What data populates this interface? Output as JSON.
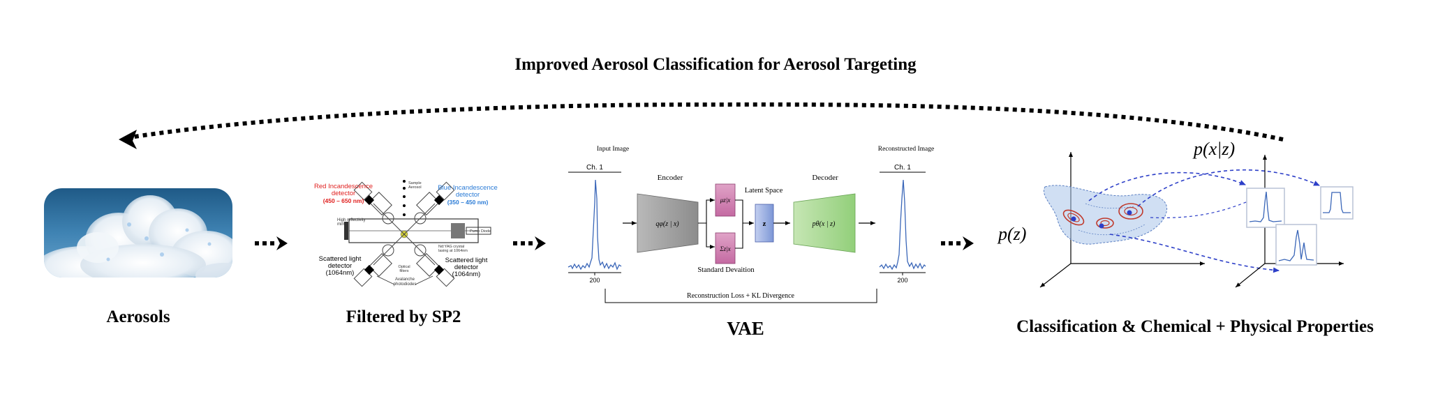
{
  "title": "Improved Aerosol Classification for Aerosol Targeting",
  "stages": {
    "aerosols": "Aerosols",
    "sp2": "Filtered by SP2",
    "vae": "VAE",
    "classification": "Classification & Chemical + Physical Properties"
  },
  "sp2": {
    "red_detector_line1": "Red Incandescence",
    "red_detector_line2": "detector",
    "red_range": "(450 – 650 nm)",
    "blue_detector_line1": "Blue Incandescence",
    "blue_detector_line2": "detector",
    "blue_range": "(350 – 450 nm)",
    "sample_aerosol_line1": "Sample",
    "sample_aerosol_line2": "Aerosol",
    "high_reflectivity_line1": "High reflectivity",
    "high_reflectivity_line2": "mirror",
    "pump_diode": "Pump Diode",
    "nd_yag_line1": "Nd:YAG crystal",
    "nd_yag_line2": "lasing at 1064nm",
    "scattered_left_line1": "Scattered light",
    "scattered_left_line2": "detector",
    "scattered_left_line3": "(1064nm)",
    "scattered_right_line1": "Scattered light",
    "scattered_right_line2": "detector",
    "scattered_right_line3": "(1064nm)",
    "optical_filters_line1": "Optical",
    "optical_filters_line2": "filters",
    "avalanche_line1": "Avalanche",
    "avalanche_line2": "photodiodes"
  },
  "vae": {
    "input_image": "Input Image",
    "reconstructed_image": "Reconstructed Image",
    "channel_label": "Ch. 1",
    "x_tick": "200",
    "encoder": "Encoder",
    "decoder": "Decoder",
    "latent_space": "Latent Space",
    "standard_deviation": "Standard Devaition",
    "encoder_formula": "qφ(z | x)",
    "decoder_formula": "pθ(x | z)",
    "mu": "μz|x",
    "sigma": "Σz|x",
    "z": "z",
    "loss": "Reconstruction Loss + KL Divergence"
  },
  "classification": {
    "prior": "p(z)",
    "likelihood": "p(x|z)"
  },
  "colors": {
    "signal_blue": "#3a66b8",
    "encoder_gray": "#9a9a9a",
    "latent_pink": "#c76aa4",
    "latent_z_blue": "#8aa1d9",
    "decoder_green": "#9ed187",
    "prior_red": "#c0392b",
    "likelihood_blue": "#2d3fc8",
    "red_detector": "#e0201f",
    "blue_detector": "#2a7bd6"
  },
  "icons": [
    "cloud-photo",
    "dotted-arrow-right",
    "dotted-return-arrow",
    "3d-axes"
  ]
}
